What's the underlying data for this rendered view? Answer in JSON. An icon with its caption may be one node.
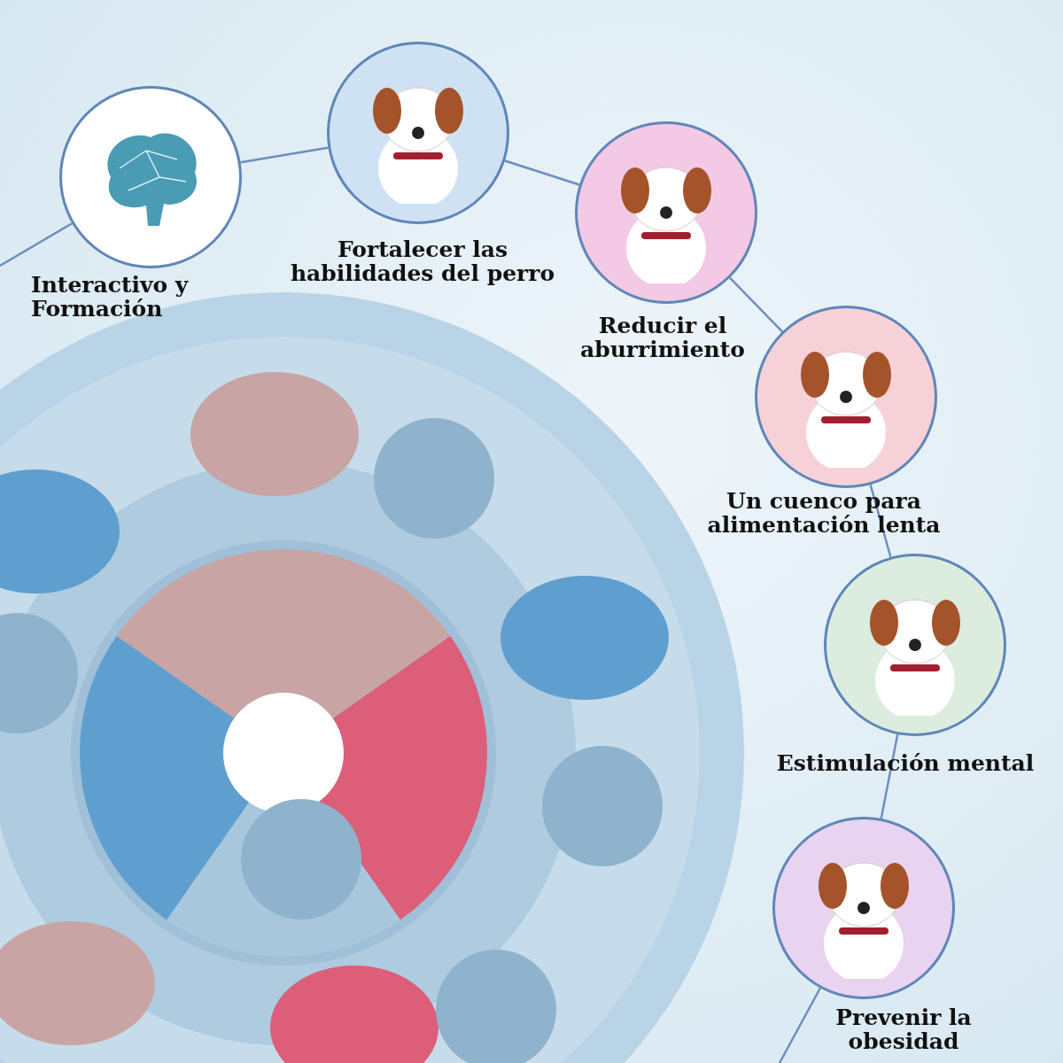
{
  "diagram": {
    "nodes": [
      {
        "text": [
          "Interactivo y Formación"
        ]
      },
      {
        "text": [
          "Fortalecer las habilidades del perro"
        ]
      },
      {
        "text": [
          "Reducir el aburrimiento"
        ]
      },
      {
        "text": [
          "Un cuenco para alimentación lenta"
        ]
      },
      {
        "text": [
          "Estimulación mental"
        ]
      },
      {
        "text": [
          "Prevenir la obesidad"
        ]
      }
    ],
    "edges": [
      {
        "from": null,
        "to": 0,
        "arrow": "none"
      },
      {
        "from": 0,
        "to": 1,
        "arrow": "none"
      },
      {
        "from": 1,
        "to": 2,
        "arrow": "none"
      },
      {
        "from": 2,
        "to": 3,
        "arrow": "none"
      },
      {
        "from": 3,
        "to": 4,
        "arrow": "none"
      },
      {
        "from": 4,
        "to": 5,
        "arrow": "none"
      },
      {
        "from": 5,
        "to": null,
        "arrow": "none"
      }
    ]
  }
}
